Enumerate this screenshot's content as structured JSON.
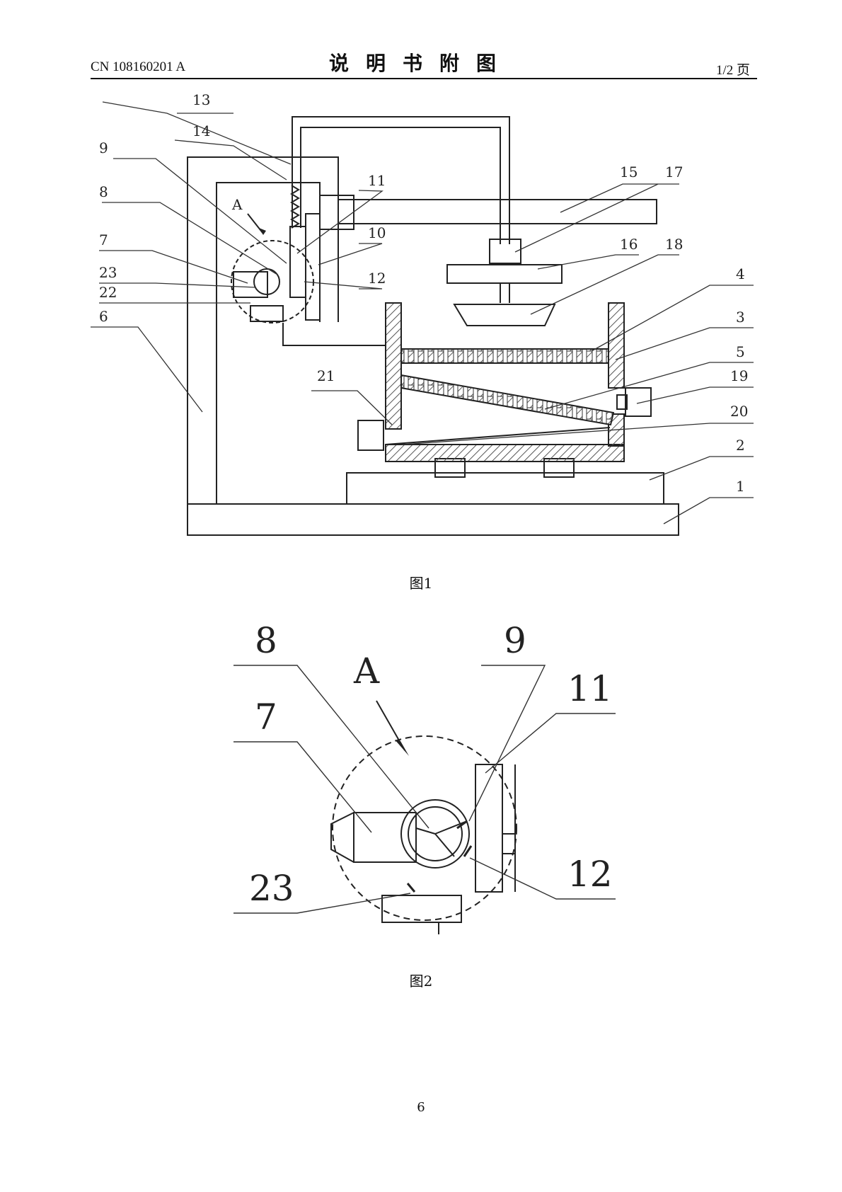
{
  "header": {
    "patent_number": "CN 108160201 A",
    "section_title": "说明书附图",
    "page_of": "1/2 页"
  },
  "figure1": {
    "caption": "图1",
    "labels": [
      "1",
      "2",
      "3",
      "4",
      "5",
      "6",
      "7",
      "8",
      "9",
      "10",
      "11",
      "12",
      "13",
      "14",
      "15",
      "16",
      "17",
      "18",
      "19",
      "20",
      "21",
      "22",
      "23",
      "A"
    ]
  },
  "figure2": {
    "caption": "图2",
    "labels": [
      "A",
      "7",
      "8",
      "9",
      "11",
      "12",
      "23"
    ]
  },
  "footer": {
    "page_number": "6"
  }
}
